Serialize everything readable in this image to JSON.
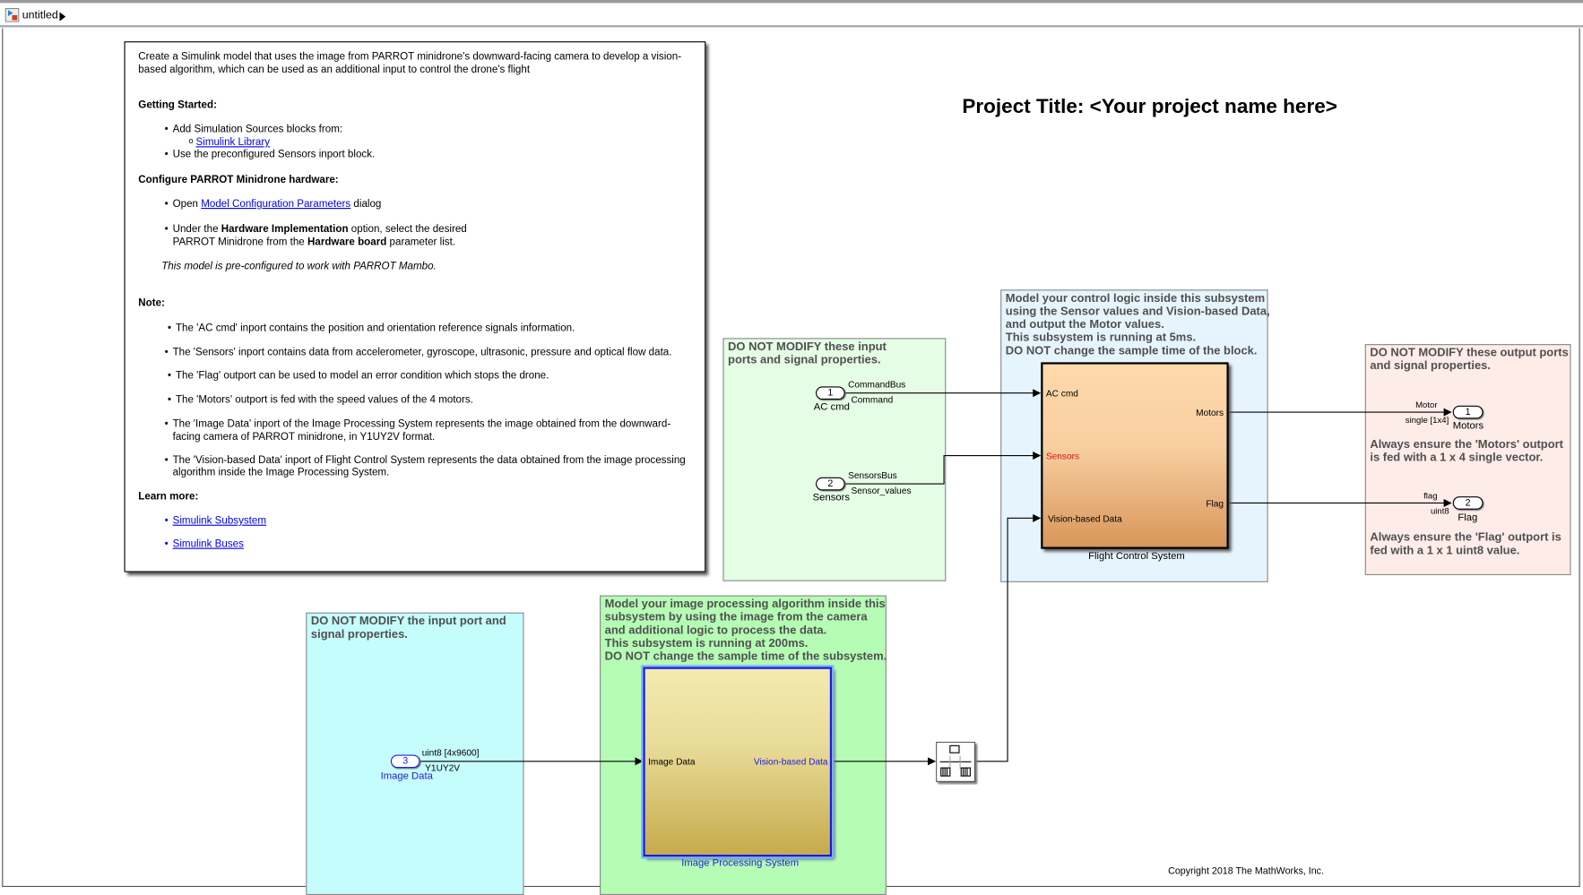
{
  "header": {
    "model_name": "untitled"
  },
  "project_title": "Project Title: <Your project name here>",
  "notes": {
    "intro_1": "Create a Simulink model that uses the image from PARROT minidrone's downward-facing camera to develop a vision-",
    "intro_2": "based algorithm, which can be used as an additional input to control the drone's flight",
    "getting_started": "Getting Started:",
    "gs_item1": "Add Simulation Sources blocks from:",
    "gs_link_library": "Simulink Library",
    "gs_item2": "Use the preconfigured Sensors inport block.",
    "configure": "Configure PARROT Minidrone hardware:",
    "cfg_open": "Open",
    "cfg_link": "Model Configuration Parameters",
    "cfg_dialog": "dialog",
    "cfg_under_1": "Under the",
    "cfg_hw_impl": "Hardware Implementation",
    "cfg_under_2": "option, select the  desired",
    "cfg_under_3": "PARROT Minidrone from the",
    "cfg_hw_board": "Hardware board",
    "cfg_under_4": "parameter list.",
    "preconfigured": "This model is pre-configured to work with PARROT Mambo.",
    "note": "Note:",
    "note_items": [
      "The 'AC cmd' inport contains the position and orientation reference signals information.",
      "The 'Sensors' inport contains data from accelerometer, gyroscope, ultrasonic, pressure and optical flow data.",
      "The 'Flag' outport can be used to model an error condition which stops the drone.",
      "The 'Motors' outport is fed with the speed values of the 4 motors.",
      "The 'Image Data' inport of the Image Processing System represents the image  obtained from the downward-",
      "facing camera of PARROT minidrone, in Y1UY2V format.",
      "The 'Vision-based Data' inport of Flight Control System represents the data obtained from the image processing",
      "algorithm inside the Image Processing System."
    ],
    "learn_more": "Learn more:",
    "link_subsystem": "Simulink Subsystem",
    "link_buses": "Simulink Buses"
  },
  "areas": {
    "inputs": [
      "DO NOT MODIFY these input",
      "ports and signal properties."
    ],
    "control": [
      "Model your control logic inside this subsystem",
      "using the Sensor values and Vision-based Data,",
      "and output the Motor values.",
      "This subsystem is running at 5ms.",
      "DO NOT change the sample time of the block."
    ],
    "outputs": [
      "DO NOT MODIFY these output ports",
      "and signal properties."
    ],
    "motors_note": [
      "Always ensure the 'Motors' outport",
      "is fed with a 1 x 4 single vector."
    ],
    "flag_note": [
      "Always ensure the 'Flag' outport is",
      "fed with a 1 x 1 uint8 value."
    ],
    "image_input": [
      "DO NOT MODIFY the input port and",
      "signal properties."
    ],
    "image_proc": [
      "Model your image processing algorithm inside this",
      "subsystem by using the image from the camera",
      "and additional logic to process the data.",
      "This subsystem is running at 200ms.",
      "DO NOT change the sample time of the subsystem."
    ]
  },
  "inports": [
    {
      "num": "1",
      "name": "AC cmd",
      "signal": "CommandBus",
      "type": "Command"
    },
    {
      "num": "2",
      "name": "Sensors",
      "signal": "SensorsBus",
      "type": "Sensor_values"
    },
    {
      "num": "3",
      "name": "Image Data",
      "signal": "uint8 [4x9600]",
      "type": "Y1UY2V"
    }
  ],
  "outports": [
    {
      "num": "1",
      "name": "Motors",
      "signal": "Motor",
      "type": "single [1x4]"
    },
    {
      "num": "2",
      "name": "Flag",
      "signal": "flag",
      "type": "uint8"
    }
  ],
  "fcs": {
    "name": "Flight Control System",
    "in1": "AC cmd",
    "in2": "Sensors",
    "in3": "Vision-based Data",
    "out1": "Motors",
    "out2": "Flag"
  },
  "ips": {
    "name": "Image Processing System",
    "in1": "Image Data",
    "out1": "Vision-based Data"
  },
  "copyright": "Copyright 2018 The MathWorks, Inc."
}
